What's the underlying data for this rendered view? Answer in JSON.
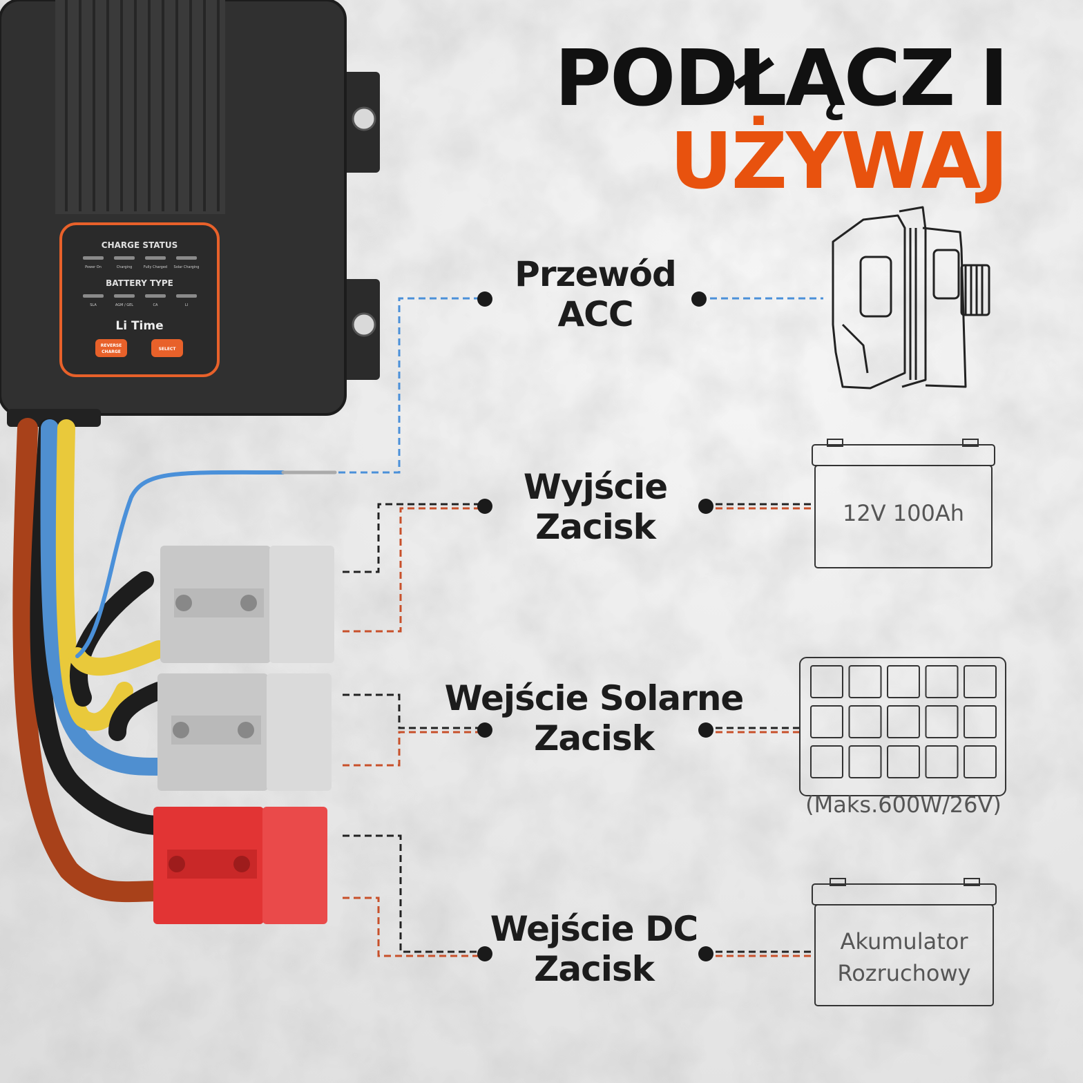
{
  "headline": {
    "line1": "PODŁĄCZ I",
    "line2": "UŻYWAJ",
    "line1_color": "#111111",
    "line2_color": "#e8520e"
  },
  "device": {
    "panel_title": "CHARGE STATUS",
    "status_leds": [
      "Power On",
      "Charging",
      "Fully Charged",
      "Solar Charging"
    ],
    "battery_title": "BATTERY TYPE",
    "battery_leds": [
      "SLA",
      "AGM / GEL",
      "CA",
      "LI"
    ],
    "brand": "Li Time",
    "button_reverse": [
      "REVERSE",
      "CHARGE"
    ],
    "button_select": "SELECT",
    "accent_color": "#e8612a"
  },
  "connections": [
    {
      "id": "acc",
      "lines": [
        "Przewód",
        "ACC"
      ],
      "device": "alternator-icon",
      "device_text": [],
      "wire_colors": [
        "#4a90d9"
      ]
    },
    {
      "id": "output",
      "lines": [
        "Wyjście",
        "Zacisk"
      ],
      "device": "battery-icon",
      "device_text": [
        "12V 100Ah"
      ],
      "wire_colors": [
        "#222222",
        "#c8502a"
      ]
    },
    {
      "id": "solar",
      "lines": [
        "Wejście Solarne",
        "Zacisk"
      ],
      "device": "solar-panel-icon",
      "device_text": [],
      "note": "(Maks.600W/26V)",
      "wire_colors": [
        "#222222",
        "#c8502a"
      ]
    },
    {
      "id": "dc",
      "lines": [
        "Wejście DC",
        "Zacisk"
      ],
      "device": "starter-battery-icon",
      "device_text": [
        "Akumulator",
        "Rozruchowy"
      ],
      "wire_colors": [
        "#222222",
        "#c8502a"
      ]
    }
  ]
}
